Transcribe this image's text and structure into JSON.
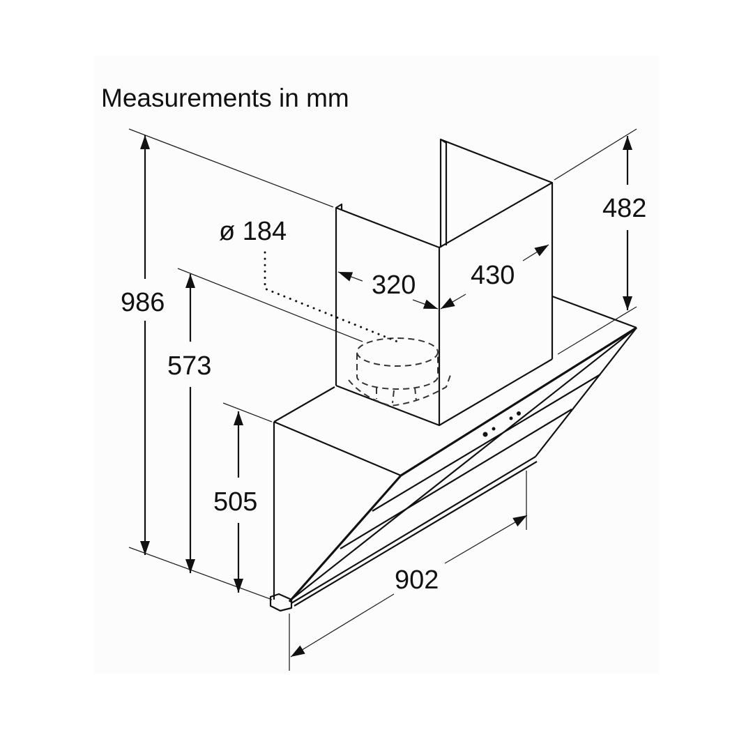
{
  "title": "Measurements in mm",
  "dimensions": {
    "total_height": "986",
    "height_to_duct": "573",
    "hood_height": "505",
    "chimney_height": "482",
    "duct_diameter": "ø 184",
    "chimney_width": "320",
    "chimney_depth": "430",
    "hood_width": "902"
  }
}
